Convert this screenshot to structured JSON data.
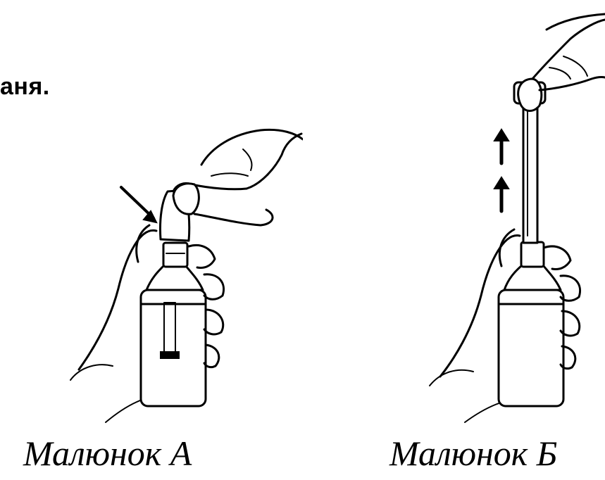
{
  "text_fragment": "аня.",
  "figures": [
    {
      "caption": "Малюнок А",
      "icon": "bottle-press-icon"
    },
    {
      "caption": "Малюнок Б",
      "icon": "bottle-pull-icon"
    }
  ]
}
